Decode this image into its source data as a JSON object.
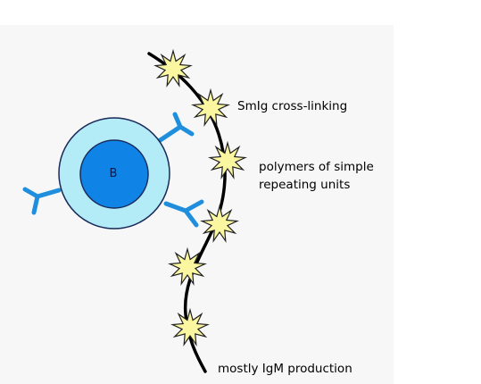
{
  "cell": {
    "letter": "B"
  },
  "labels": {
    "crosslinking": "SmIg cross-linking",
    "polymers_line1": "polymers of simple",
    "polymers_line2": "repeating units",
    "igm": "mostly IgM production"
  },
  "colors": {
    "cell_outer": "#b3ecf6",
    "cell_inner": "#0f84e6",
    "cell_outline": "#1a2a5a",
    "receptor": "#1f8fdd",
    "antigen_star": "#fbf7a0",
    "antigen_outline": "#222222",
    "polymer_chain": "#000000",
    "background_panel": "#f7f7f7"
  }
}
